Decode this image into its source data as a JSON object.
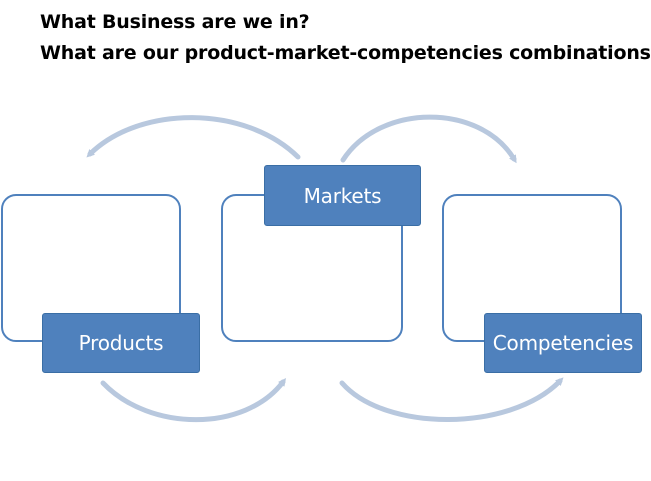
{
  "headings": {
    "line1": "What Business are we in?",
    "line2": "What are our product-market-competencies combinations?"
  },
  "nodes": {
    "markets": "Markets",
    "products": "Products",
    "competencies": "Competencies"
  },
  "colors": {
    "box_fill": "#4F81BD",
    "box_border": "#3A6EA5",
    "frame_stroke": "#4F81BD",
    "arrow": "#B8C8DE",
    "text_heading": "#000000",
    "text_label": "#FFFFFF"
  }
}
